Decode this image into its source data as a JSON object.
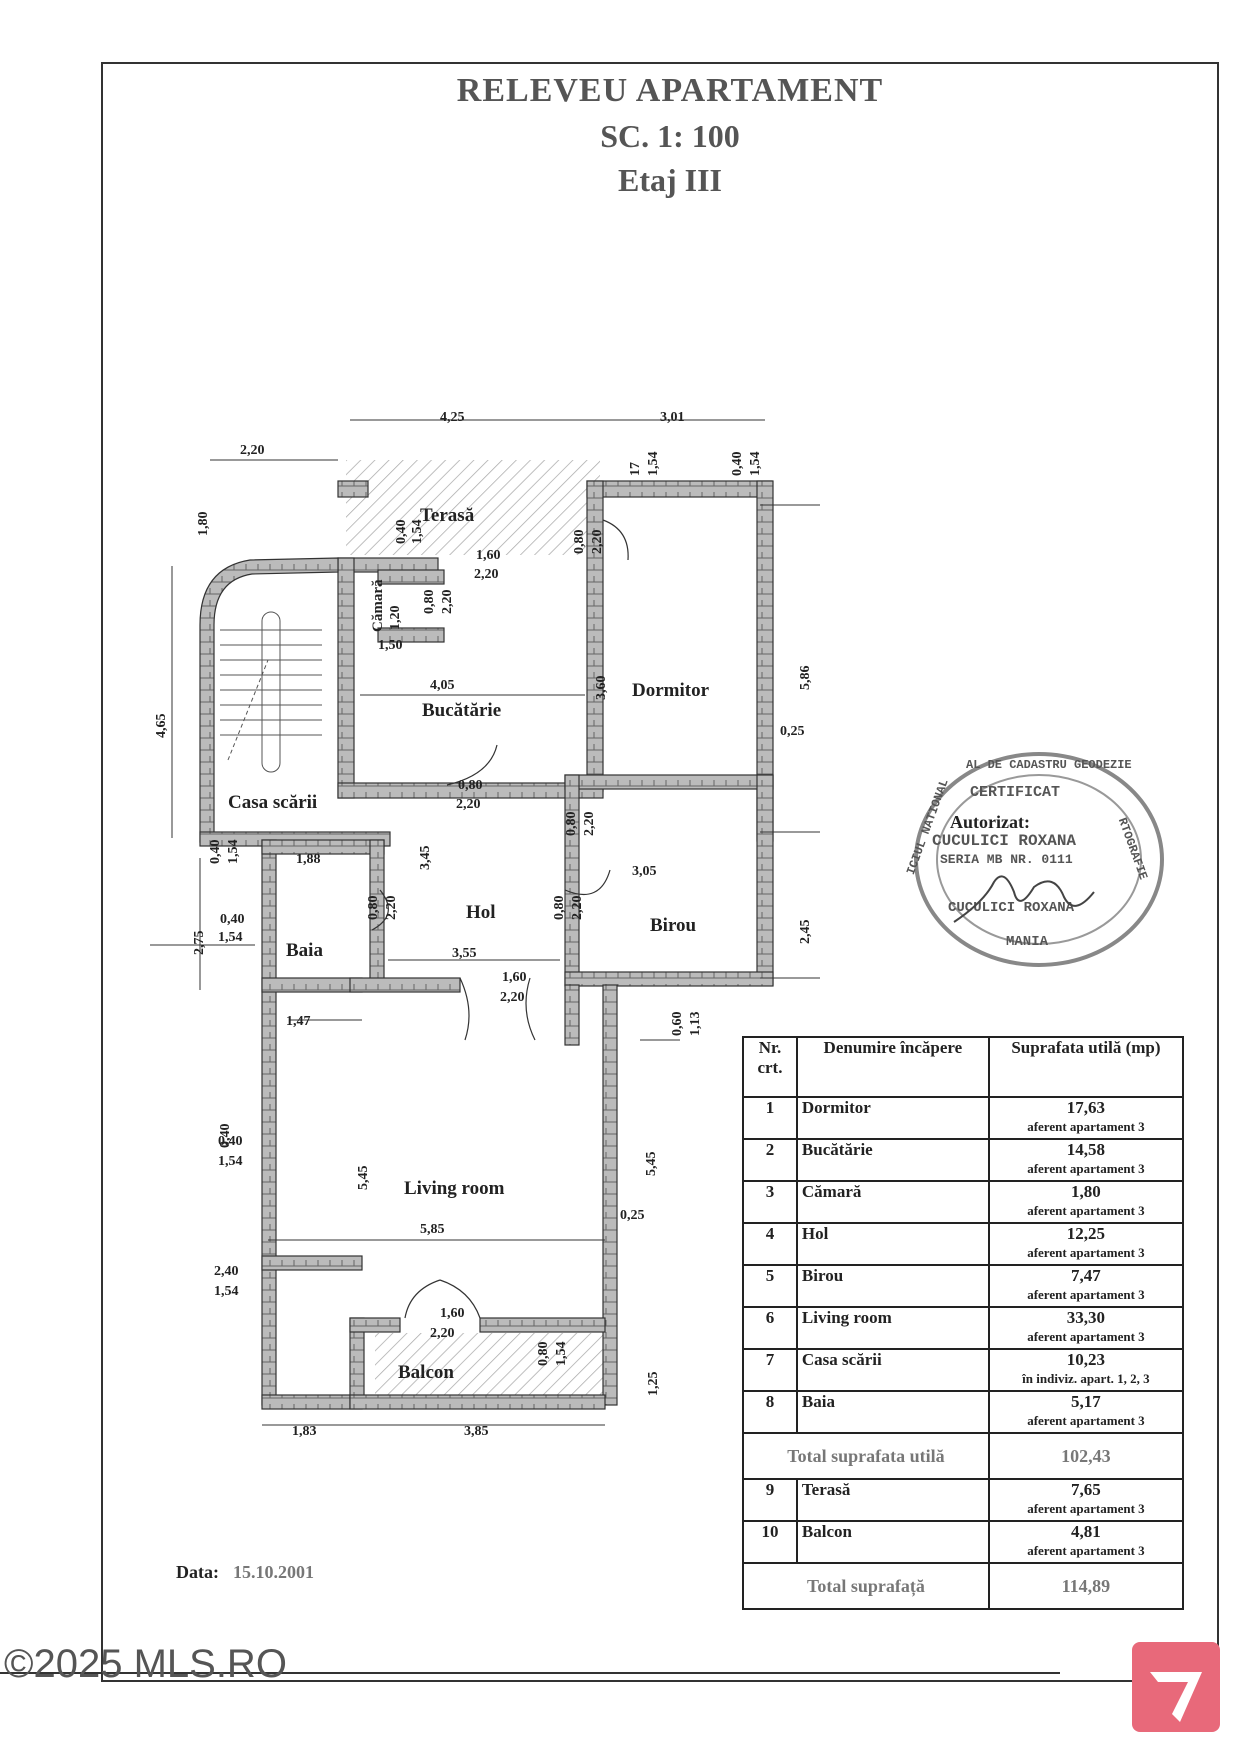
{
  "header": {
    "title": "RELEVEU APARTAMENT",
    "scale": "SC. 1: 100",
    "floor": "Etaj III"
  },
  "rooms_labels": {
    "terasa": "Terasă",
    "camara": "Cămară",
    "bucatarie": "Bucătărie",
    "dormitor": "Dormitor",
    "casa_scarii": "Casa scării",
    "hol": "Hol",
    "birou": "Birou",
    "baia": "Baia",
    "living": "Living room",
    "balcon": "Balcon"
  },
  "dimensions": {
    "top_425": "4,25",
    "top_301": "3,01",
    "d220": "2,20",
    "d180": "1,80",
    "d465": "4,65",
    "d160": "1,60",
    "d220b": "2,20",
    "d040": "0,40",
    "d154": "1,54",
    "d080": "0,80",
    "d120": "1,20",
    "d150": "1,50",
    "d405": "4,05",
    "d360": "3,60",
    "d586": "5,86",
    "d025": "0,25",
    "d017": "17",
    "d188": "1,88",
    "d345": "3,45",
    "d305": "3,05",
    "d275": "2,75",
    "d245": "2,45",
    "d355": "3,55",
    "d060": "0,60",
    "d113": "1,13",
    "d147": "1,47",
    "d545": "5,45",
    "d585": "5,85",
    "d240": "2,40",
    "d125": "1,25",
    "d183": "1,83",
    "d385": "3,85"
  },
  "stamp": {
    "ring_text_top": "AL DE CADASTRU GEODEZIE",
    "certificat": "CERTIFICAT",
    "autorizat": "Autorizat:",
    "name1": "CUCULICI ROXANA",
    "seria": "SERIA MB NR. 0111",
    "name2": "CUCULICI ROXANA",
    "mania": "MANIA",
    "side_left": "ICIUL NATIONAL",
    "side_right": "RTOGRAFIE"
  },
  "table": {
    "headers": [
      "Nr. crt.",
      "Denumire încăpere",
      "Suprafata utilă (mp)"
    ],
    "rows": [
      {
        "nr": "1",
        "name": "Dormitor",
        "area": "17,63",
        "note": "aferent apartament 3"
      },
      {
        "nr": "2",
        "name": "Bucătărie",
        "area": "14,58",
        "note": "aferent apartament 3"
      },
      {
        "nr": "3",
        "name": "Cămară",
        "area": "1,80",
        "note": "aferent apartament 3"
      },
      {
        "nr": "4",
        "name": "Hol",
        "area": "12,25",
        "note": "aferent apartament 3"
      },
      {
        "nr": "5",
        "name": "Birou",
        "area": "7,47",
        "note": "aferent apartament 3"
      },
      {
        "nr": "6",
        "name": "Living room",
        "area": "33,30",
        "note": "aferent apartament 3"
      },
      {
        "nr": "7",
        "name": "Casa scării",
        "area": "10,23",
        "note": "în indiviz. apart. 1, 2, 3"
      },
      {
        "nr": "8",
        "name": "Baia",
        "area": "5,17",
        "note": "aferent apartament 3"
      }
    ],
    "subtotal_label": "Total suprafata utilă",
    "subtotal_value": "102,43",
    "rows2": [
      {
        "nr": "9",
        "name": "Terasă",
        "area": "7,65",
        "note": "aferent apartament 3"
      },
      {
        "nr": "10",
        "name": "Balcon",
        "area": "4,81",
        "note": "aferent apartament 3"
      }
    ],
    "total_label": "Total suprafață",
    "total_value": "114,89"
  },
  "date": {
    "label": "Data:",
    "value": "15.10.2001"
  },
  "watermark": "©2025 MLS.RO"
}
